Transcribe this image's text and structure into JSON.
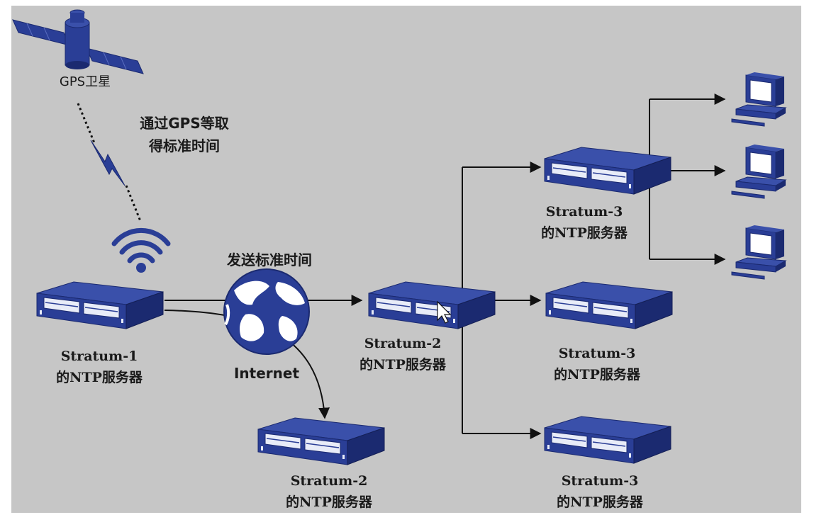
{
  "colors": {
    "background": "#c6c6c6",
    "device_blue": "#2a3e96",
    "device_dark": "#1b2a70",
    "line": "#111111"
  },
  "labels": {
    "gps_satellite": "GPS卫星",
    "gps_caption_line1": "通过GPS等取",
    "gps_caption_line2": "得标准时间",
    "send_caption": "发送标准时间",
    "internet": "Internet",
    "stratum1_line1": "Stratum-1",
    "stratum1_line2": "的NTP服务器",
    "stratum2_main_line1": "Stratum-2",
    "stratum2_main_line2": "的NTP服务器",
    "stratum2_bottom_line1": "Stratum-2",
    "stratum2_bottom_line2": "的NTP服务器",
    "stratum3_top_line1": "Stratum-3",
    "stratum3_top_line2": "的NTP服务器",
    "stratum3_mid_line1": "Stratum-3",
    "stratum3_mid_line2": "的NTP服务器",
    "stratum3_bottom_line1": "Stratum-3",
    "stratum3_bottom_line2": "的NTP服务器"
  },
  "icons": {
    "satellite": "satellite-icon",
    "wireless": "wifi-icon",
    "globe": "globe-icon",
    "server": "server-icon",
    "computer": "computer-icon"
  }
}
